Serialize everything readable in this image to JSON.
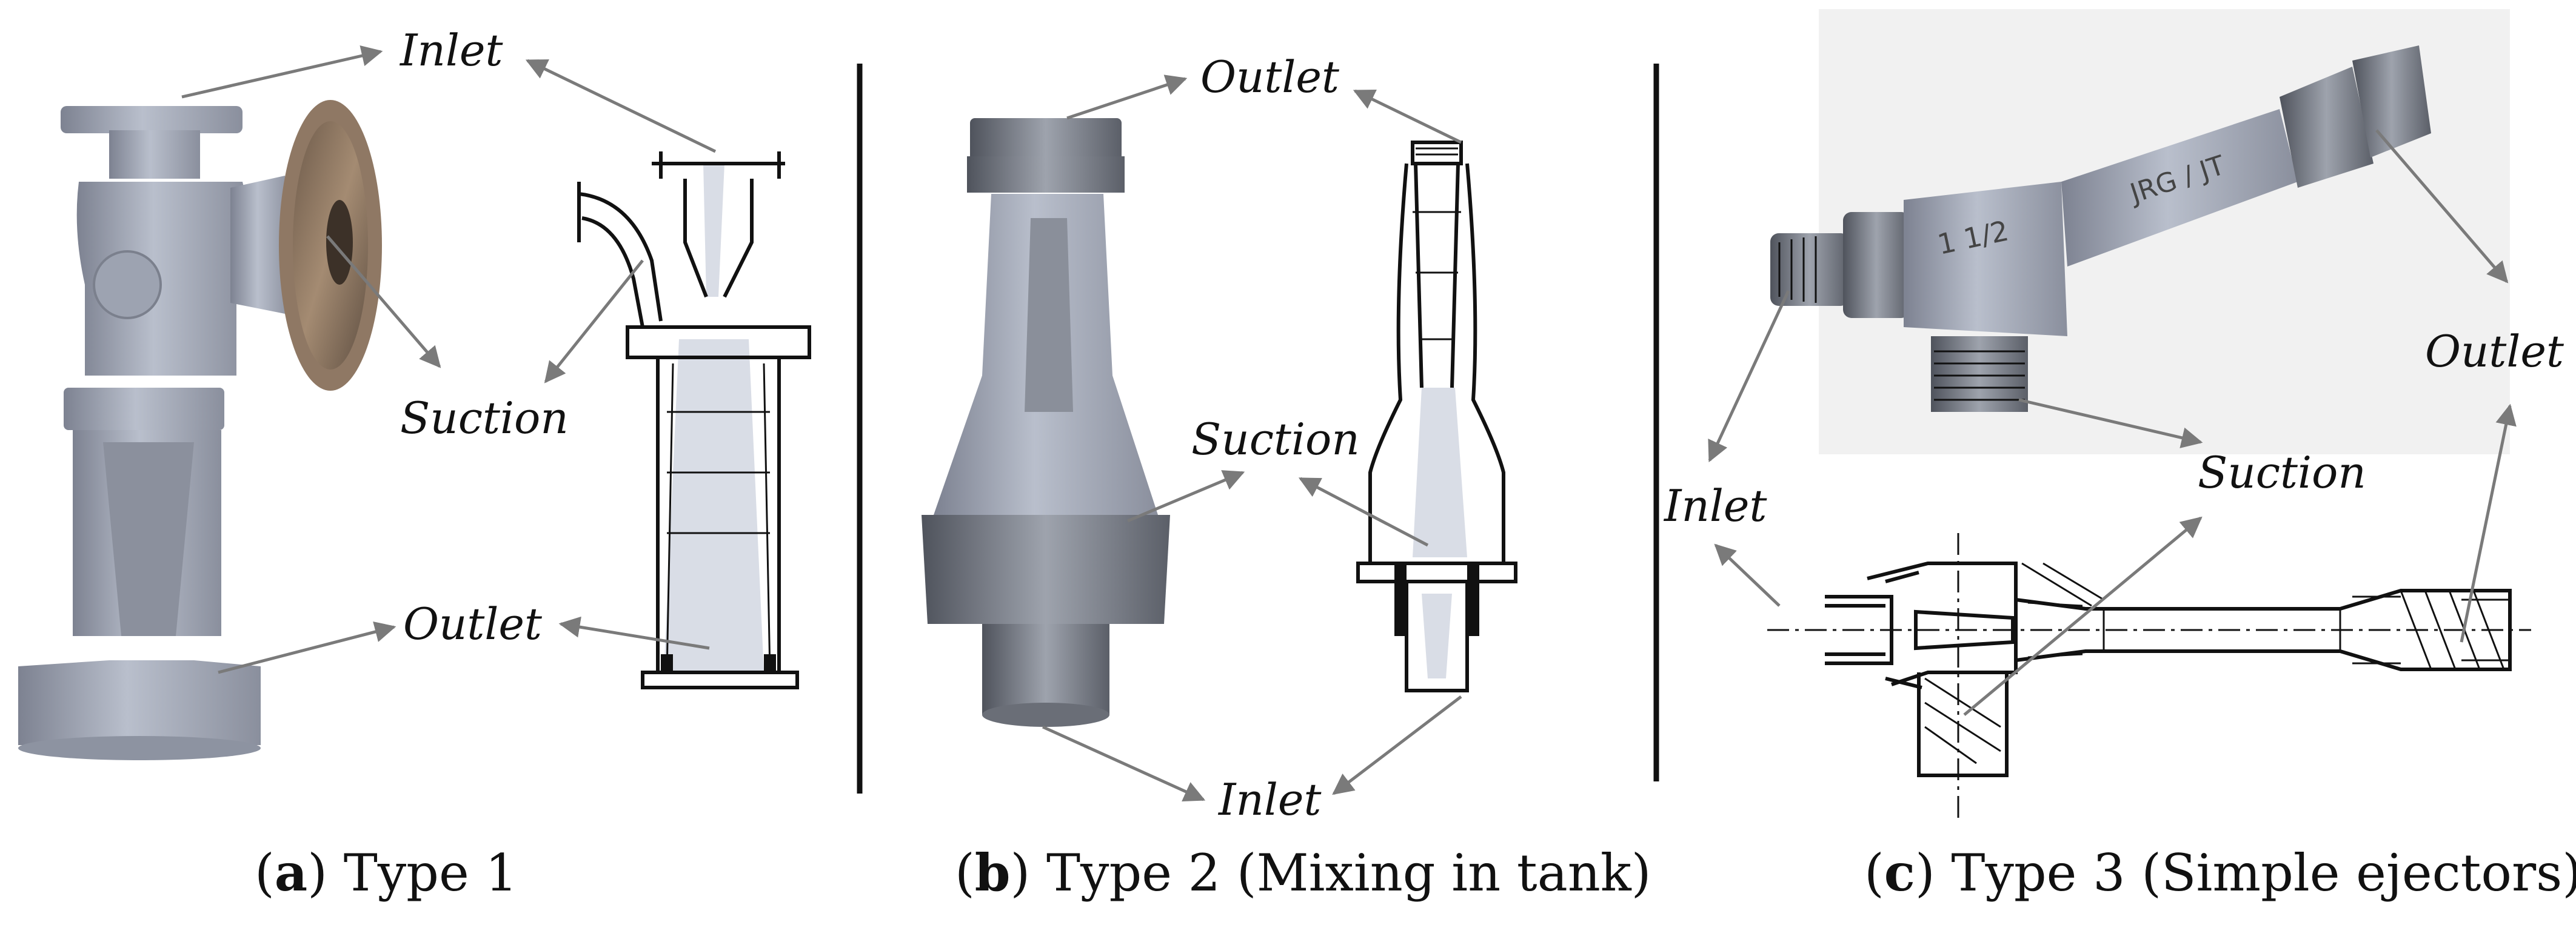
{
  "panels": [
    {
      "id": "a",
      "labels": {
        "inlet": "Inlet",
        "suction": "Suction",
        "outlet": "Outlet"
      },
      "caption": {
        "letter": "a",
        "text": "Type 1"
      }
    },
    {
      "id": "b",
      "labels": {
        "inlet": "Inlet",
        "suction": "Suction",
        "outlet": "Outlet"
      },
      "caption": {
        "letter": "b",
        "text": "Type 2 (Mixing in tank)"
      }
    },
    {
      "id": "c",
      "labels": {
        "inlet": "Inlet",
        "suction": "Suction",
        "outlet": "Outlet"
      },
      "caption": {
        "letter": "c",
        "text": "Type 3 (Simple ejectors)"
      },
      "product_markings": [
        "1 1/2",
        "JRG / JT"
      ]
    }
  ],
  "colors": {
    "arrow": "#7a7a7a",
    "metal_grey": "#a3a9b8",
    "metal_dark": "#6e7280",
    "bronze": "#8a6a4a",
    "cone_fill": "#d9dde6",
    "ink": "#111111"
  }
}
